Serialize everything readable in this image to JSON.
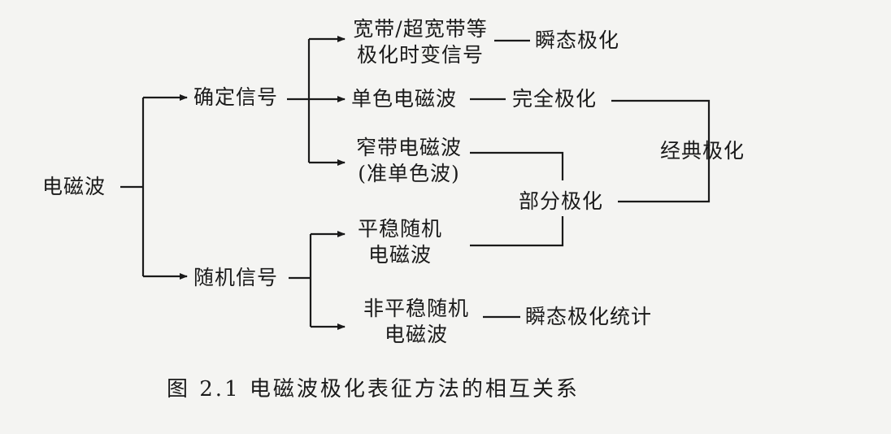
{
  "nodes": {
    "root": "电磁波",
    "deterministic": "确定信号",
    "random": "随机信号",
    "wideband_l1": "宽带/超宽带等",
    "wideband_l2": "极化时变信号",
    "instant_pol": "瞬态极化",
    "monochrome": "单色电磁波",
    "full_pol": "完全极化",
    "narrow_l1": "窄带电磁波",
    "narrow_l2": "(准单色波)",
    "classical_pol": "经典极化",
    "partial_pol": "部分极化",
    "stationary_l1": "平稳随机",
    "stationary_l2": "电磁波",
    "nonstationary_l1": "非平稳随机",
    "nonstationary_l2": "电磁波",
    "instant_stat": "瞬态极化统计"
  },
  "caption": "图 2.1   电磁波极化表征方法的相互关系"
}
